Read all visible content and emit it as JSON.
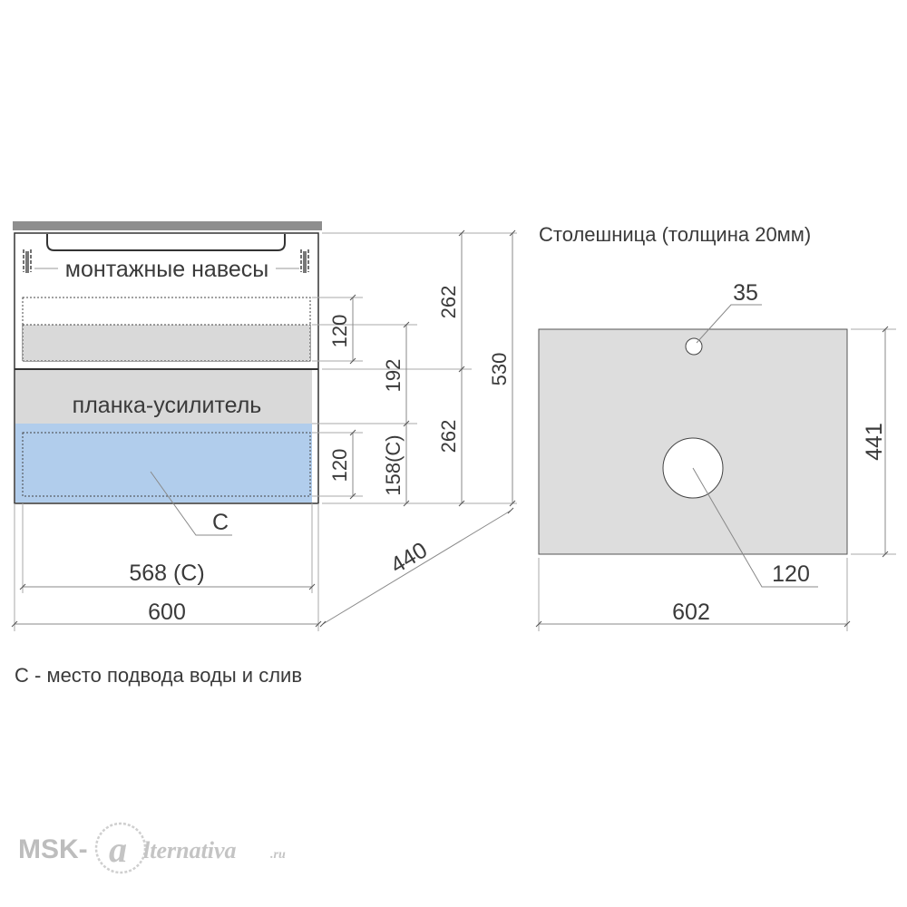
{
  "labels": {
    "hangers": "монтажные навесы",
    "brace": "планка-усилитель",
    "c_mark": "С",
    "countertop_title": "Столешница (толщина 20мм)",
    "legend": "С - место подвода воды и слив"
  },
  "dimensions": {
    "h_top_drawer": "262",
    "h_bottom_drawer": "262",
    "h_total": "530",
    "h_upper_120": "120",
    "h_192": "192",
    "h_lower_120": "120",
    "h_158c": "158(С)",
    "w_568c": "568 (С)",
    "w_600": "600",
    "depth_440": "440",
    "hole_small": "35",
    "hole_large": "120",
    "top_depth": "441",
    "top_width": "602"
  },
  "logo": {
    "left": "MSK-",
    "mark": "a",
    "right": "lternativa",
    "suffix": ".ru"
  },
  "colors": {
    "outline": "#333333",
    "grey_fill": "#d9d9d9",
    "blue_fill": "#b1cdec",
    "top_strip": "#8e8e8e",
    "countertop": "#dddddd"
  }
}
